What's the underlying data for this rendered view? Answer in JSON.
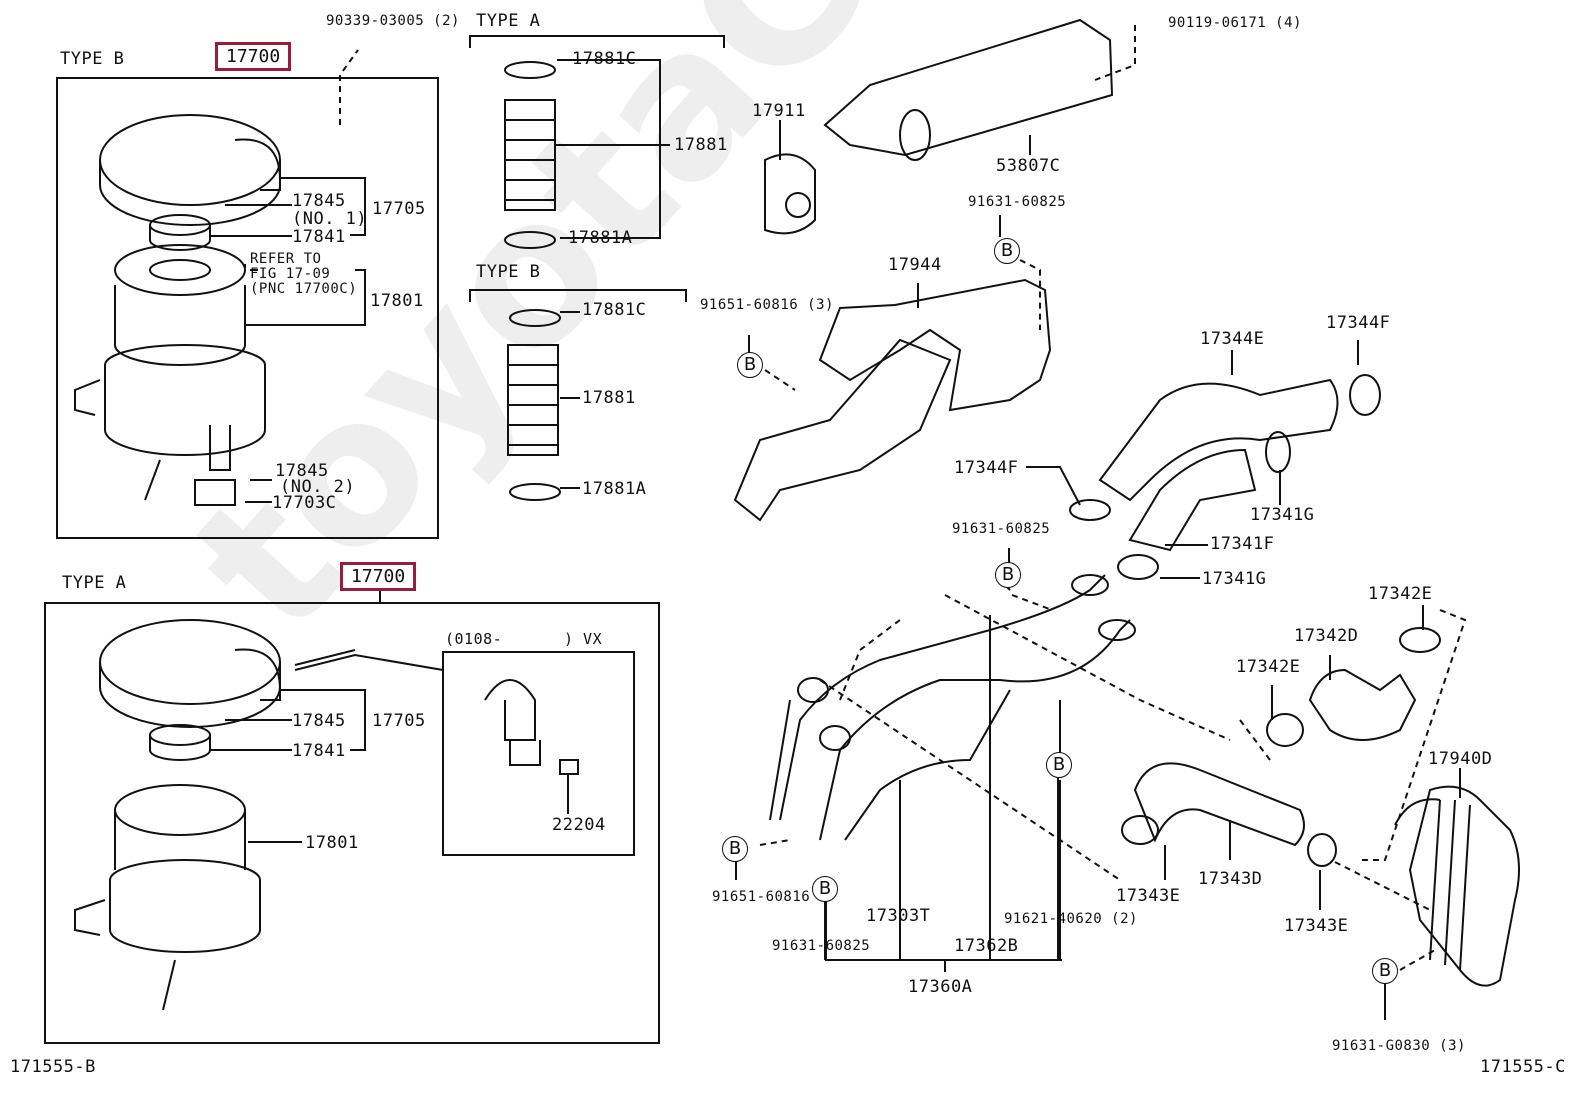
{
  "watermark": "toyotaCarwine.ru",
  "accent_color": "#9b1b3a",
  "figure_ids": {
    "left": "171555-B",
    "right": "171555-C"
  },
  "left_panel": {
    "type_b": {
      "heading": "TYPE B",
      "pnc": "17700",
      "clip_part": "90339-03005 (2)",
      "labels": {
        "p17845_no1": "17845",
        "p17845_no1_note": "(NO. 1)",
        "p17841": "17841",
        "p17705": "17705",
        "refer1": "REFER TO",
        "refer2": "FIG 17-09",
        "refer3": "(PNC 17700C)",
        "p17801": "17801",
        "p17845_no2": "17845",
        "p17845_no2_note": "(NO. 2)",
        "p17703c": "17703C"
      }
    },
    "type_a": {
      "heading": "TYPE A",
      "pnc": "17700",
      "labels": {
        "p17845": "17845",
        "p17705": "17705",
        "p17841": "17841",
        "p17801": "17801",
        "inset_title_left": "(0108-",
        "inset_title_right": ") VX",
        "p22204": "22204"
      }
    }
  },
  "middle_panel": {
    "type_a": {
      "heading": "TYPE A",
      "clamp_top": "17881C",
      "hose": "17881",
      "clamp_bottom": "17881A"
    },
    "type_b": {
      "heading": "TYPE B",
      "clamp_top": "17881C",
      "hose": "17881",
      "clamp_bottom": "17881A"
    }
  },
  "right_panel": {
    "labels": {
      "bolt": "90119-06171 (4)",
      "p17911": "17911",
      "p53807c": "53807C",
      "b_top": "91631-60825",
      "p17944": "17944",
      "b_left": "91651-60816 (3)",
      "p17344e": "17344E",
      "p17344f_top": "17344F",
      "p17344f_left": "17344F",
      "p17341g_top": "17341G",
      "p17341f": "17341F",
      "p17341g_bottom": "17341G",
      "b_mid": "91631-60825",
      "p17342e_top": "17342E",
      "p17342d": "17342D",
      "p17342e_left": "17342E",
      "p17940d": "17940D",
      "b_lower_left": "91651-60816",
      "b_lower": "91631-60825",
      "p17303t": "17303T",
      "p17362b": "17362B",
      "b_right_bolt": "91621-40620 (2)",
      "p17360a": "17360A",
      "p17343e_left": "17343E",
      "p17343d": "17343D",
      "p17343e_right": "17343E",
      "b_bottom_right": "91631-G0830 (3)"
    },
    "b_marker": "B"
  }
}
